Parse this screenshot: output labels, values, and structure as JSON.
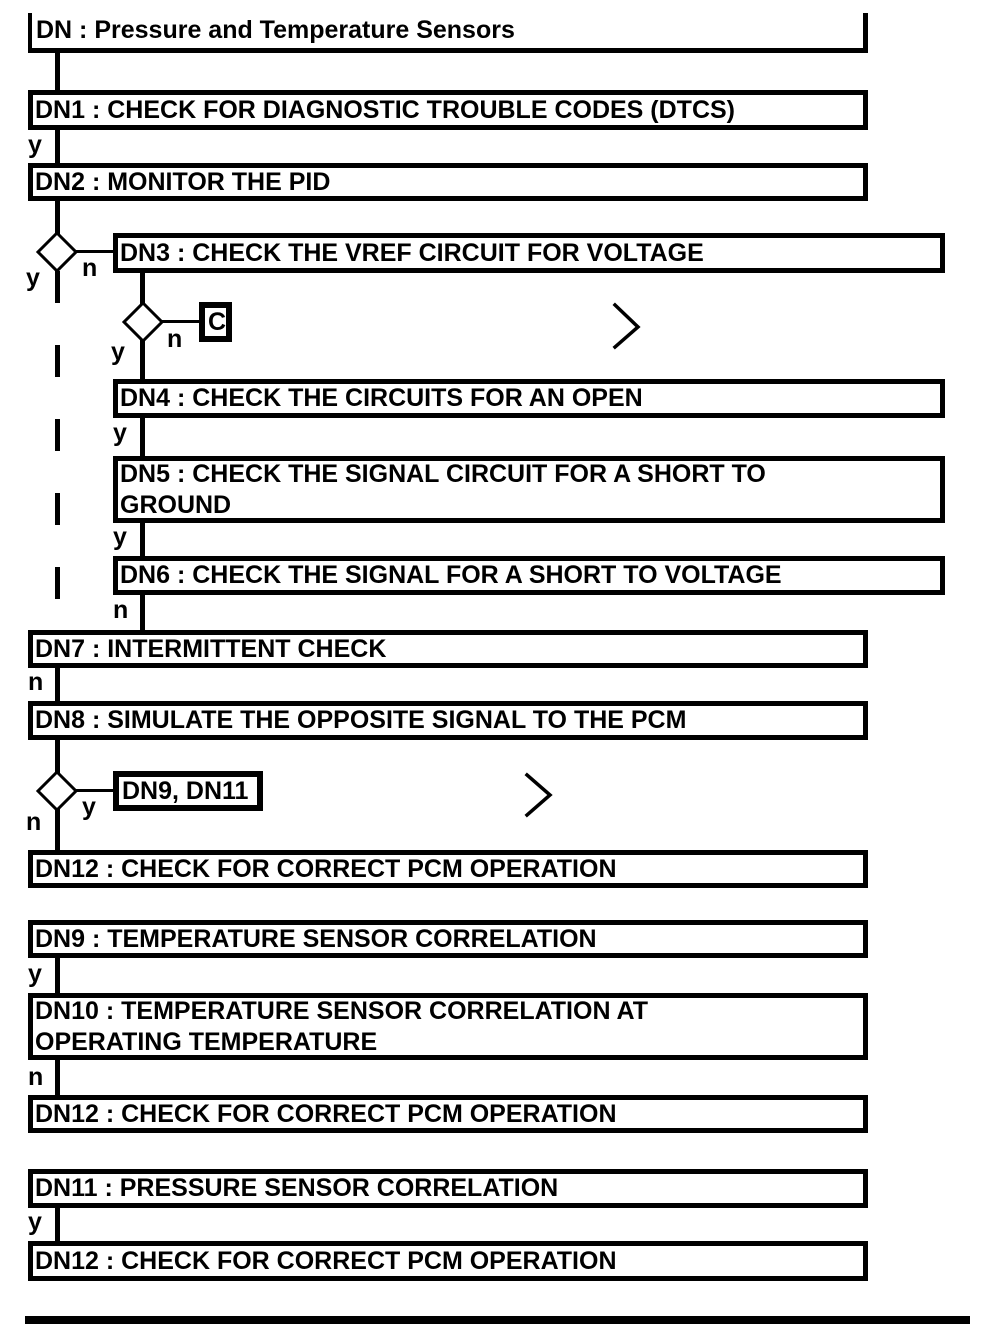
{
  "colors": {
    "ink": "#000000",
    "background": "#ffffff"
  },
  "nodes": {
    "title": "DN : Pressure and Temperature Sensors",
    "dn1": "DN1 : CHECK FOR DIAGNOSTIC TROUBLE CODES (DTCS)",
    "dn2": "DN2 : MONITOR THE PID",
    "dn3": "DN3 : CHECK THE VREF CIRCUIT FOR VOLTAGE",
    "connector_c": "C",
    "dn4": "DN4 : CHECK THE CIRCUITS FOR AN OPEN",
    "dn5": {
      "line1": "DN5 : CHECK THE SIGNAL CIRCUIT FOR A SHORT TO",
      "line2": "GROUND"
    },
    "dn6": "DN6 : CHECK THE SIGNAL FOR A SHORT TO VOLTAGE",
    "dn7": "DN7 : INTERMITTENT CHECK",
    "dn8": "DN8 : SIMULATE THE OPPOSITE SIGNAL TO THE PCM",
    "dn9_dn11_ref": "DN9, DN11",
    "dn12_after_dn8": "DN12 : CHECK FOR CORRECT PCM OPERATION",
    "dn9": "DN9 : TEMPERATURE SENSOR CORRELATION",
    "dn10": {
      "line1": "DN10 : TEMPERATURE SENSOR CORRELATION AT",
      "line2": "OPERATING TEMPERATURE"
    },
    "dn12_after_dn10": "DN12 : CHECK FOR CORRECT PCM OPERATION",
    "dn11": "DN11 : PRESSURE SENSOR CORRELATION",
    "dn12_after_dn11": "DN12 : CHECK FOR CORRECT PCM OPERATION"
  },
  "branch_labels": {
    "dn1_yes": "y",
    "dn2_decision_no": "n",
    "dn2_decision_yes": "y",
    "dn3_decision_no": "n",
    "dn3_decision_yes": "y",
    "dn4_yes": "y",
    "dn5_yes": "y",
    "dn6_no": "n",
    "dn7_no": "n",
    "dn8_decision_yes": "y",
    "dn8_decision_no": "n",
    "dn9_yes": "y",
    "dn10_no": "n",
    "dn11_yes": "y"
  }
}
